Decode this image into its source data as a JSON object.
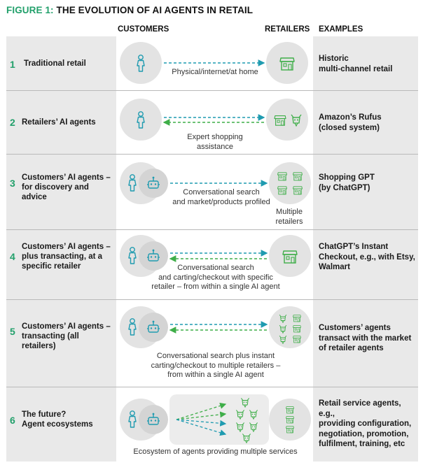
{
  "title": {
    "figure": "FIGURE 1:",
    "text": "THE EVOLUTION OF AI AGENTS IN RETAIL"
  },
  "headers": {
    "customers": "CUSTOMERS",
    "retailers": "RETAILERS",
    "examples": "EXAMPLES"
  },
  "rows": [
    {
      "number": "1",
      "label": "Traditional retail",
      "caption": "Physical/internet/at home",
      "example": "Historic\nmulti-channel retail"
    },
    {
      "number": "2",
      "label": "Retailers’ AI agents",
      "caption": "Expert shopping\nassistance",
      "example": "Amazon’s Rufus\n(closed system)"
    },
    {
      "number": "3",
      "label": "Customers’ AI agents – for discovery and advice",
      "caption": "Conversational search\nand market/products profiled",
      "retailer_caption": "Multiple\nretailers",
      "example": "Shopping GPT\n(by ChatGPT)"
    },
    {
      "number": "4",
      "label": "Customers’ AI agents – plus transacting, at a specific retailer",
      "caption": "Conversational search\nand carting/checkout with specific\nretailer – from within a single AI agent",
      "example": "ChatGPT’s Instant\nCheckout, e.g., with Etsy,\nWalmart"
    },
    {
      "number": "5",
      "label": "Customers’ AI agents – transacting (all retailers)",
      "caption": "Conversational search plus instant\ncarting/checkout to multiple retailers –\nfrom within a single AI agent",
      "example": "Customers’ agents\ntransact with the market\nof retailer agents"
    },
    {
      "number": "6",
      "label": "The future?\nAgent ecosystems",
      "caption": "Ecosystem of agents providing multiple services",
      "example": "Retail service agents, e.g.,\nproviding configuration,\nnegotiation, promotion,\nfulfilment, training, etc"
    }
  ],
  "colors": {
    "accent_green": "#22a06b",
    "arrow_blue": "#1f9bb0",
    "arrow_green": "#3fae49",
    "panel_gray": "#e9e9e9",
    "circle_gray": "#e3e3e3"
  },
  "icons": {
    "customer": "person-icon",
    "agent": "robot-icon",
    "store": "store-icon",
    "retail_agent": "retail-agent-icon"
  }
}
